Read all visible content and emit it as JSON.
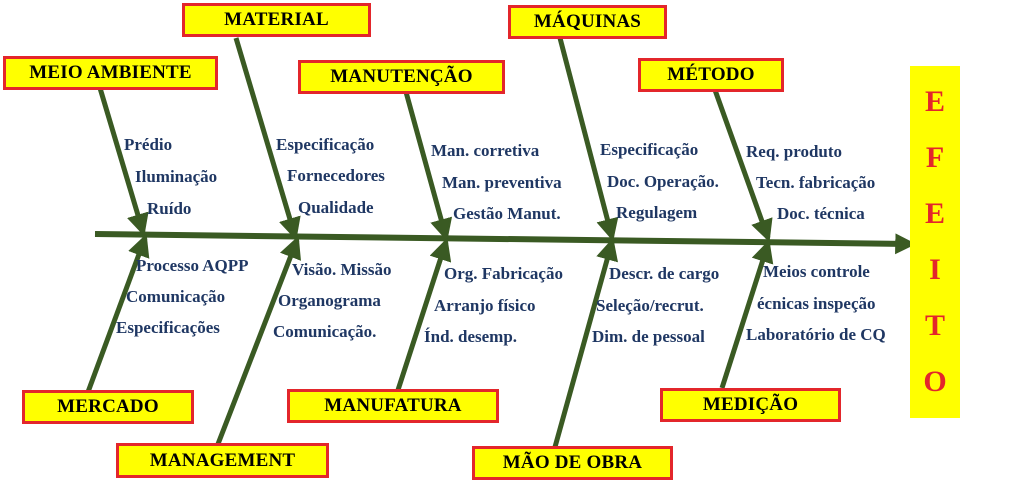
{
  "colors": {
    "box_fill": "#ffff00",
    "box_border": "#e3262b",
    "arrow": "#3a5a23",
    "cause_text": "#1f3763",
    "effect_text": "#e3262b"
  },
  "effect": {
    "letters": [
      "E",
      "F",
      "E",
      "I",
      "T",
      "O"
    ]
  },
  "categories": {
    "meio_ambiente": {
      "label": "MEIO AMBIENTE",
      "causes": [
        "Prédio",
        "Iluminação",
        "Ruído"
      ]
    },
    "material": {
      "label": "MATERIAL",
      "causes": [
        "Especificação",
        "Fornecedores",
        "Qualidade"
      ]
    },
    "manutencao": {
      "label": "MANUTENÇÃO",
      "causes": [
        "Man. corretiva",
        "Man. preventiva",
        "Gestão Manut."
      ]
    },
    "maquinas": {
      "label": "MÁQUINAS",
      "causes": [
        "Especificação",
        "Doc. Operação.",
        "Regulagem"
      ]
    },
    "metodo": {
      "label": "MÉTODO",
      "causes": [
        "Req. produto",
        "Tecn. fabricação",
        "Doc. técnica"
      ]
    },
    "mercado": {
      "label": "MERCADO",
      "causes": [
        "Processo AQPP",
        "Comunicação",
        "Especificações"
      ]
    },
    "management": {
      "label": "MANAGEMENT",
      "causes": [
        "Visão. Missão",
        "Organograma",
        "Comunicação."
      ]
    },
    "manufatura": {
      "label": "MANUFATURA",
      "causes": [
        "Org. Fabricação",
        "Arranjo físico",
        "Índ. desemp."
      ]
    },
    "mao_de_obra": {
      "label": "MÃO DE OBRA",
      "causes": [
        "Descr. de cargo",
        "Seleção/recrut.",
        "Dim. de pessoal"
      ]
    },
    "medicao": {
      "label": "MEDIÇÃO",
      "causes": [
        "Meios controle",
        "écnicas inspeção",
        "Laboratório de CQ"
      ]
    }
  }
}
